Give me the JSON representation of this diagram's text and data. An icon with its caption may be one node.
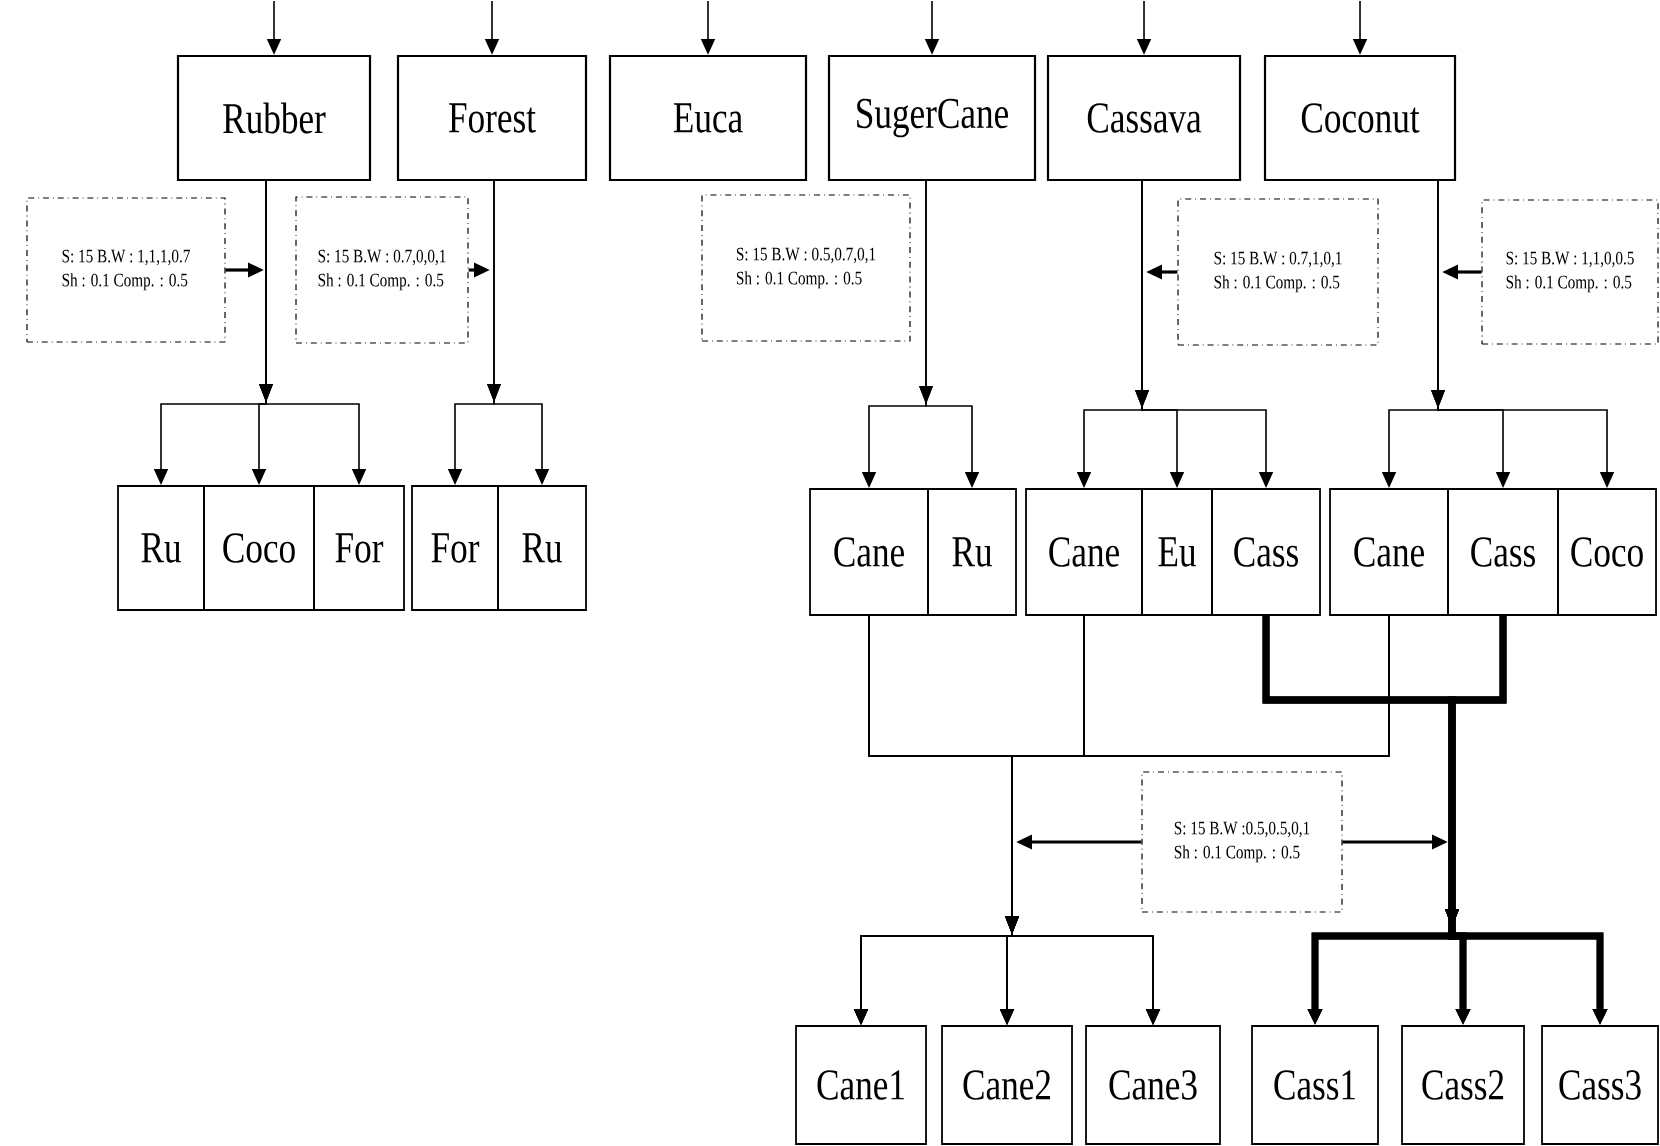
{
  "diagram": {
    "nodes": [
      {
        "text": [
          "Rubber"
        ]
      },
      {
        "text": [
          "Forest"
        ]
      },
      {
        "text": [
          "Euca"
        ]
      },
      {
        "text": [
          "SugerCane"
        ]
      },
      {
        "text": [
          "Cassava"
        ]
      },
      {
        "text": [
          "Coconut"
        ]
      },
      {
        "text": [
          "S: 15 B.W : 1,1,1,0.7",
          "Sh : 0.1 Comp. : 0.5"
        ]
      },
      {
        "text": [
          "S: 15 B.W : 0.7,0,0,1",
          "Sh : 0.1 Comp. : 0.5"
        ]
      },
      {
        "text": [
          "S: 15 B.W : 0.5,0.7,0,1",
          "Sh : 0.1 Comp. : 0.5"
        ]
      },
      {
        "text": [
          "S: 15 B.W : 0.7,1,0,1",
          "Sh : 0.1 Comp. : 0.5"
        ]
      },
      {
        "text": [
          "S: 15 B.W : 1,1,0,0.5",
          "Sh : 0.1 Comp. : 0.5"
        ]
      },
      {
        "text": [
          "Ru"
        ]
      },
      {
        "text": [
          "Coco"
        ]
      },
      {
        "text": [
          "For"
        ]
      },
      {
        "text": [
          "For"
        ]
      },
      {
        "text": [
          "Ru"
        ]
      },
      {
        "text": [
          "Cane"
        ]
      },
      {
        "text": [
          "Ru"
        ]
      },
      {
        "text": [
          "Cane"
        ]
      },
      {
        "text": [
          "Eu"
        ]
      },
      {
        "text": [
          "Cass"
        ]
      },
      {
        "text": [
          "Cane"
        ]
      },
      {
        "text": [
          "Cass"
        ]
      },
      {
        "text": [
          "Coco"
        ]
      },
      {
        "text": [
          "S: 15 B.W :0.5,0.5,0,1",
          "Sh : 0.1 Comp. : 0.5"
        ]
      },
      {
        "text": [
          "Cane1"
        ]
      },
      {
        "text": [
          "Cane2"
        ]
      },
      {
        "text": [
          "Cane3"
        ]
      },
      {
        "text": [
          "Cass1"
        ]
      },
      {
        "text": [
          "Cass2"
        ]
      },
      {
        "text": [
          "Cass3"
        ]
      }
    ],
    "edges": [
      {
        "from": null,
        "to": 0,
        "arrow": "to"
      },
      {
        "from": null,
        "to": 1,
        "arrow": "to"
      },
      {
        "from": null,
        "to": 2,
        "arrow": "to"
      },
      {
        "from": null,
        "to": 3,
        "arrow": "to"
      },
      {
        "from": null,
        "to": 4,
        "arrow": "to"
      },
      {
        "from": null,
        "to": 5,
        "arrow": "to"
      },
      {
        "from": 6,
        "to": null,
        "arrow": "to"
      },
      {
        "from": 7,
        "to": null,
        "arrow": "to"
      },
      {
        "from": 9,
        "to": null,
        "arrow": "to"
      },
      {
        "from": 10,
        "to": null,
        "arrow": "to"
      },
      {
        "from": 0,
        "to": 11,
        "arrow": "to"
      },
      {
        "from": 0,
        "to": 12,
        "arrow": "to"
      },
      {
        "from": 0,
        "to": 13,
        "arrow": "to"
      },
      {
        "from": 1,
        "to": 14,
        "arrow": "to"
      },
      {
        "from": 1,
        "to": 15,
        "arrow": "to"
      },
      {
        "from": 3,
        "to": 16,
        "arrow": "to"
      },
      {
        "from": 3,
        "to": 17,
        "arrow": "to"
      },
      {
        "from": 4,
        "to": 18,
        "arrow": "to"
      },
      {
        "from": 4,
        "to": 19,
        "arrow": "to"
      },
      {
        "from": 4,
        "to": 20,
        "arrow": "to"
      },
      {
        "from": 5,
        "to": 21,
        "arrow": "to"
      },
      {
        "from": 5,
        "to": 22,
        "arrow": "to"
      },
      {
        "from": 5,
        "to": 23,
        "arrow": "to"
      },
      {
        "from": 16,
        "to": 25,
        "arrow": "to"
      },
      {
        "from": 16,
        "to": 26,
        "arrow": "to"
      },
      {
        "from": 16,
        "to": 27,
        "arrow": "to"
      },
      {
        "from": 18,
        "to": 25,
        "arrow": "to"
      },
      {
        "from": 18,
        "to": 26,
        "arrow": "to"
      },
      {
        "from": 18,
        "to": 27,
        "arrow": "to"
      },
      {
        "from": 21,
        "to": 25,
        "arrow": "to"
      },
      {
        "from": 21,
        "to": 26,
        "arrow": "to"
      },
      {
        "from": 21,
        "to": 27,
        "arrow": "to"
      },
      {
        "from": 20,
        "to": 28,
        "arrow": "to",
        "style": "thick"
      },
      {
        "from": 20,
        "to": 29,
        "arrow": "to",
        "style": "thick"
      },
      {
        "from": 20,
        "to": 30,
        "arrow": "to",
        "style": "thick"
      },
      {
        "from": 22,
        "to": 28,
        "arrow": "to",
        "style": "thick"
      },
      {
        "from": 22,
        "to": 29,
        "arrow": "to",
        "style": "thick"
      },
      {
        "from": 22,
        "to": 30,
        "arrow": "to",
        "style": "thick"
      },
      {
        "from": 24,
        "to": null,
        "arrow": "to"
      },
      {
        "from": 24,
        "to": null,
        "arrow": "to"
      }
    ]
  }
}
